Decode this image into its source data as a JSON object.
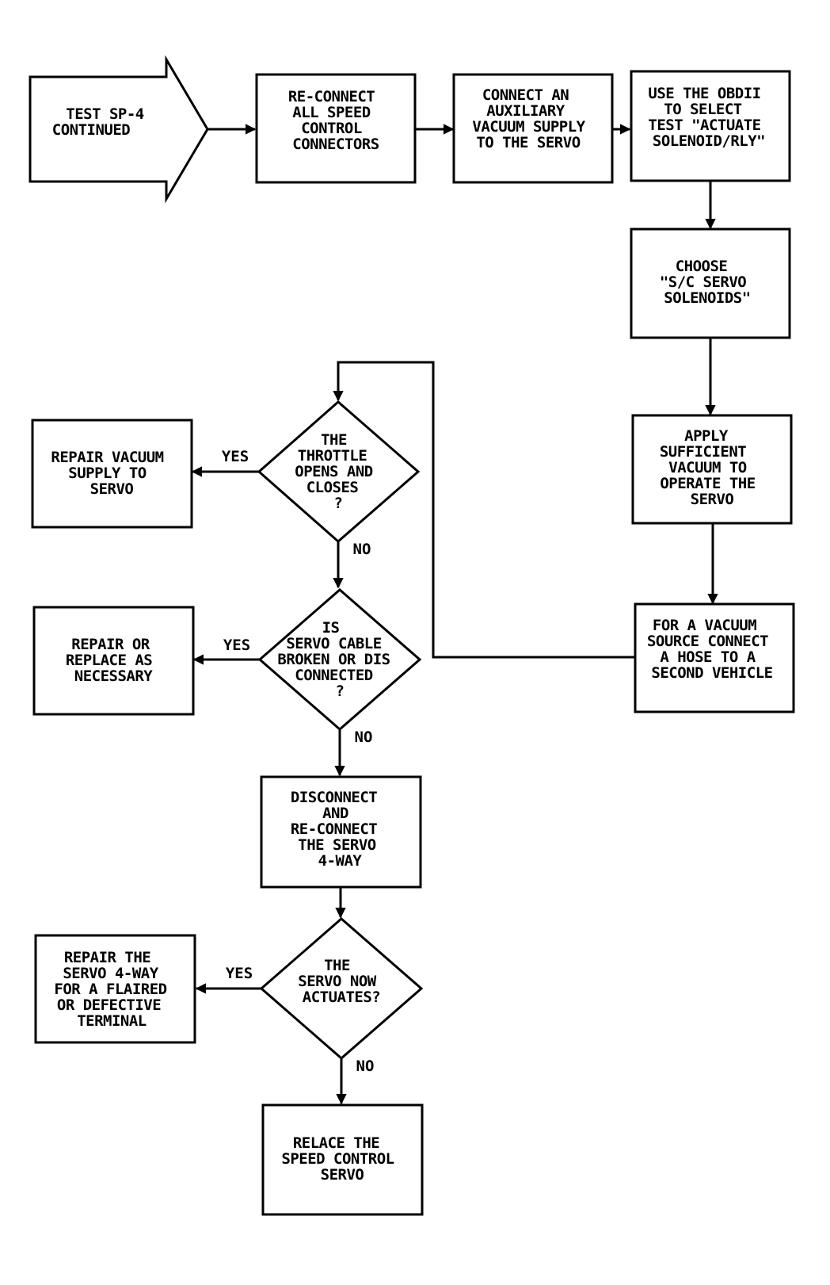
{
  "nodes": {
    "start": {
      "lines": [
        "TEST SP-4",
        "CONTINUED"
      ]
    },
    "reconnect_all": {
      "lines": [
        "RE-CONNECT",
        "ALL SPEED",
        "CONTROL",
        "CONNECTORS"
      ]
    },
    "connect_aux": {
      "lines": [
        "CONNECT AN",
        "AUXILIARY",
        "VACUUM SUPPLY",
        "TO THE SERVO"
      ]
    },
    "use_obdii": {
      "lines": [
        "USE THE OBDII",
        "TO SELECT",
        "TEST \"ACTUATE",
        "SOLENOID/RLY\""
      ]
    },
    "choose": {
      "lines": [
        "CHOOSE",
        "\"S/C SERVO",
        "SOLENOIDS\""
      ]
    },
    "apply_vacuum": {
      "lines": [
        "APPLY",
        "SUFFICIENT",
        "VACUUM TO",
        "OPERATE THE",
        "SERVO"
      ]
    },
    "vacuum_source": {
      "lines": [
        "FOR A VACUUM",
        "SOURCE CONNECT",
        "A HOSE TO A",
        "SECOND VEHICLE"
      ]
    },
    "throttle_q": {
      "lines": [
        "THE",
        "THROTTLE",
        "OPENS AND",
        "CLOSES",
        "?"
      ]
    },
    "repair_vacuum": {
      "lines": [
        "REPAIR VACUUM",
        "SUPPLY TO",
        "SERVO"
      ]
    },
    "cable_q": {
      "lines": [
        "IS",
        "SERVO CABLE",
        "BROKEN OR DIS",
        "CONNECTED",
        "?"
      ]
    },
    "repair_replace": {
      "lines": [
        "REPAIR OR",
        "REPLACE AS",
        "NECESSARY"
      ]
    },
    "disconnect": {
      "lines": [
        "DISCONNECT",
        "AND",
        "RE-CONNECT",
        "THE SERVO",
        "4-WAY"
      ]
    },
    "actuates_q": {
      "lines": [
        "THE",
        "SERVO NOW",
        "ACTUATES?"
      ]
    },
    "repair_4way": {
      "lines": [
        "REPAIR THE",
        "SERVO 4-WAY",
        "FOR A FLAIRED",
        "OR DEFECTIVE",
        "TERMINAL"
      ]
    },
    "replace_servo": {
      "lines": [
        "RELACE THE",
        "SPEED CONTROL",
        "SERVO"
      ]
    }
  },
  "edges": {
    "throttle_yes": "YES",
    "throttle_no": "NO",
    "cable_yes": "YES",
    "cable_no": "NO",
    "actuates_yes": "YES",
    "actuates_no": "NO"
  }
}
